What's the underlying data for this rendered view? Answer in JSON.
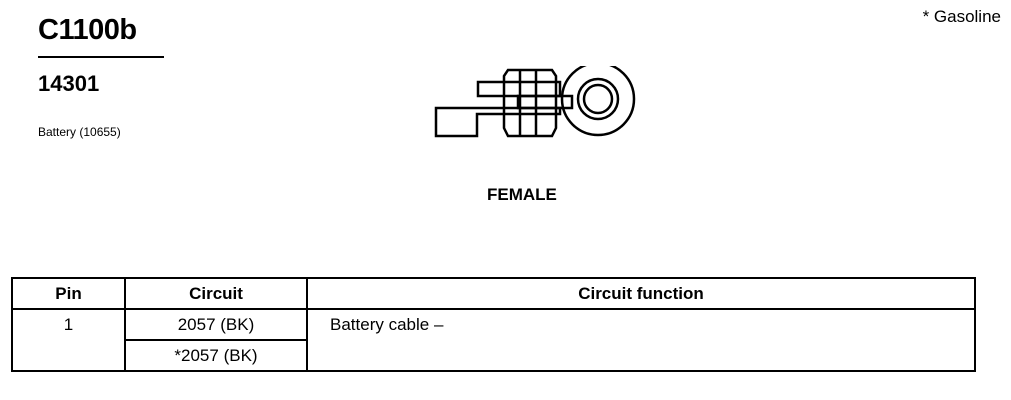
{
  "header": {
    "connector_id": "C1100b",
    "part_number": "14301",
    "component": "Battery (10655)",
    "note": "* Gasoline"
  },
  "drawing": {
    "view_label": "FEMALE"
  },
  "table": {
    "headers": [
      "Pin",
      "Circuit",
      "Circuit function"
    ],
    "rows": [
      {
        "pin": "1",
        "circuits": [
          "2057 (BK)",
          "*2057 (BK)"
        ],
        "function": "Battery cable –"
      }
    ]
  }
}
